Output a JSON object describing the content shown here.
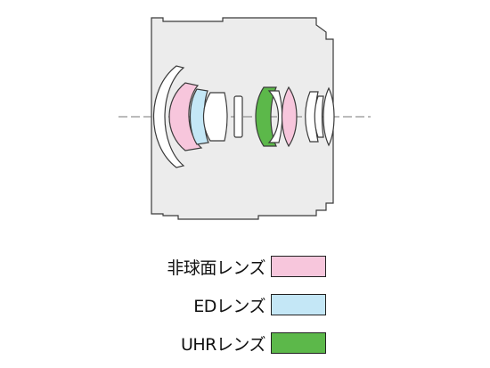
{
  "colors": {
    "body_fill": "#ececec",
    "outline": "#3a3a3a",
    "lens_fill": "#ffffff",
    "aspherical": "#f7c6dc",
    "ed": "#c4e7f6",
    "uhr": "#5cb84a",
    "axis": "#777777"
  },
  "legend": [
    {
      "label": "非球面レンズ",
      "type": "aspherical",
      "color": "#f7c6dc"
    },
    {
      "label": "EDレンズ",
      "type": "ed",
      "color": "#c4e7f6"
    },
    {
      "label": "UHRレンズ",
      "type": "uhr",
      "color": "#5cb84a"
    }
  ]
}
